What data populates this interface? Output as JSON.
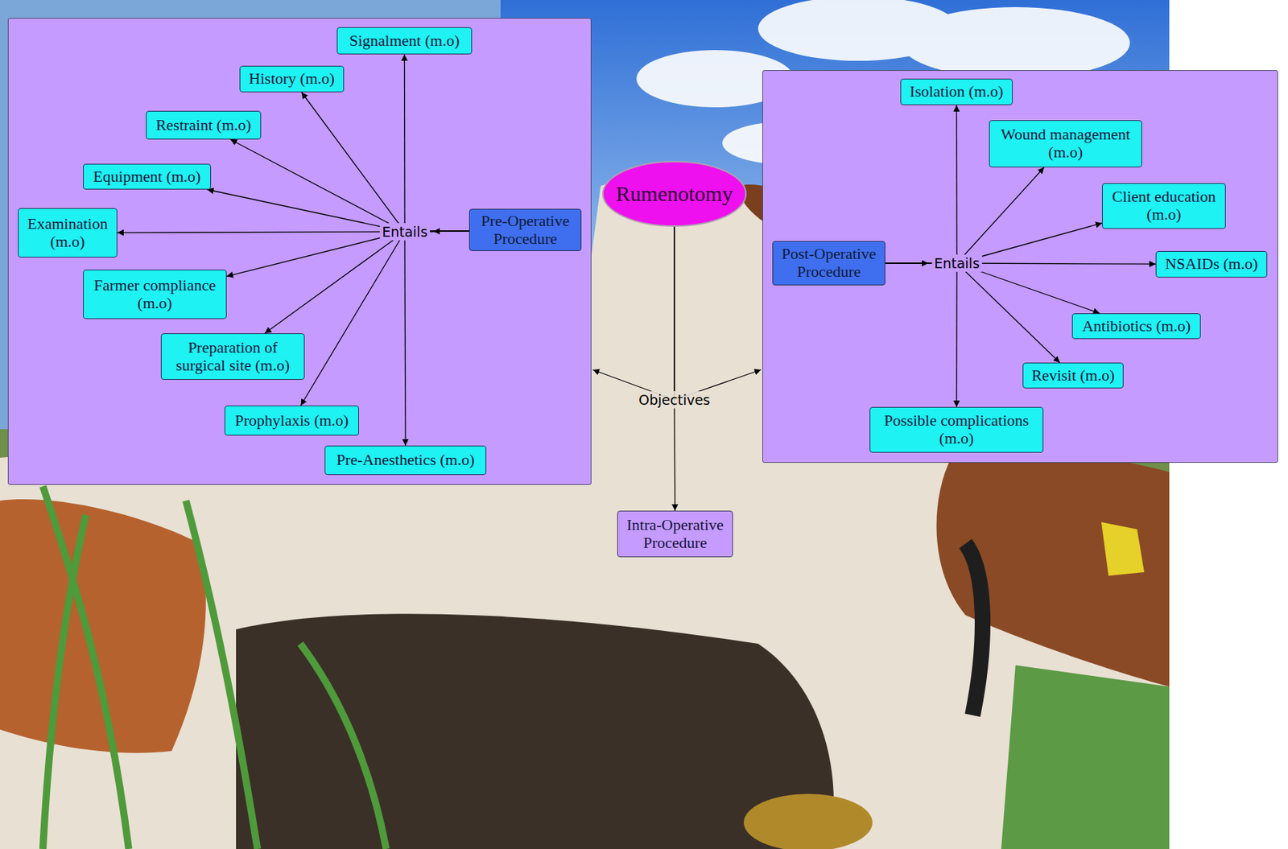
{
  "diagram": {
    "nodes": [
      {
        "text": [
          "Rumenotomy"
        ]
      },
      {
        "text": [
          "Pre-Operative Procedure"
        ]
      },
      {
        "text": [
          "Signalment (m.o)"
        ]
      },
      {
        "text": [
          "History (m.o)"
        ]
      },
      {
        "text": [
          "Restraint (m.o)"
        ]
      },
      {
        "text": [
          "Equipment (m.o)"
        ]
      },
      {
        "text": [
          "Examination (m.o)"
        ]
      },
      {
        "text": [
          "Farmer compliance (m.o)"
        ]
      },
      {
        "text": [
          "Preparation of surgical site (m.o)"
        ]
      },
      {
        "text": [
          "Prophylaxis (m.o)"
        ]
      },
      {
        "text": [
          "Pre-Anesthetics (m.o)"
        ]
      },
      {
        "text": [
          "Post-Operative Procedure"
        ]
      },
      {
        "text": [
          "Isolation (m.o)"
        ]
      },
      {
        "text": [
          "Wound management (m.o)"
        ]
      },
      {
        "text": [
          "Client education (m.o)"
        ]
      },
      {
        "text": [
          "NSAIDs (m.o)"
        ]
      },
      {
        "text": [
          "Antibiotics (m.o)"
        ]
      },
      {
        "text": [
          "Revisit (m.o)"
        ]
      },
      {
        "text": [
          "Possible complications (m.o)"
        ]
      },
      {
        "text": [
          "Intra-Operative Procedure"
        ]
      }
    ],
    "edges": [
      {
        "from": 0,
        "to": 1,
        "arrow": "to"
      },
      {
        "from": 0,
        "to": 11,
        "arrow": "to"
      },
      {
        "from": 0,
        "to": 19,
        "label": "Objectives",
        "arrow": "to"
      },
      {
        "from": 1,
        "to": 2,
        "arrow": "to"
      },
      {
        "from": 1,
        "to": 3,
        "arrow": "to"
      },
      {
        "from": 1,
        "to": 4,
        "arrow": "to"
      },
      {
        "from": 1,
        "to": 5,
        "arrow": "to"
      },
      {
        "from": 1,
        "to": 6,
        "label": "Entails",
        "arrow": "to"
      },
      {
        "from": 1,
        "to": 7,
        "arrow": "to"
      },
      {
        "from": 1,
        "to": 8,
        "arrow": "to"
      },
      {
        "from": 1,
        "to": 9,
        "arrow": "to"
      },
      {
        "from": 1,
        "to": 10,
        "arrow": "to"
      },
      {
        "from": 11,
        "to": 12,
        "arrow": "to"
      },
      {
        "from": 11,
        "to": 13,
        "arrow": "to"
      },
      {
        "from": 11,
        "to": 14,
        "arrow": "to"
      },
      {
        "from": 11,
        "to": 15,
        "label": "Entails",
        "arrow": "to"
      },
      {
        "from": 11,
        "to": 16,
        "arrow": "to"
      },
      {
        "from": 11,
        "to": 17,
        "arrow": "to"
      },
      {
        "from": 11,
        "to": 18,
        "arrow": "to"
      }
    ]
  }
}
